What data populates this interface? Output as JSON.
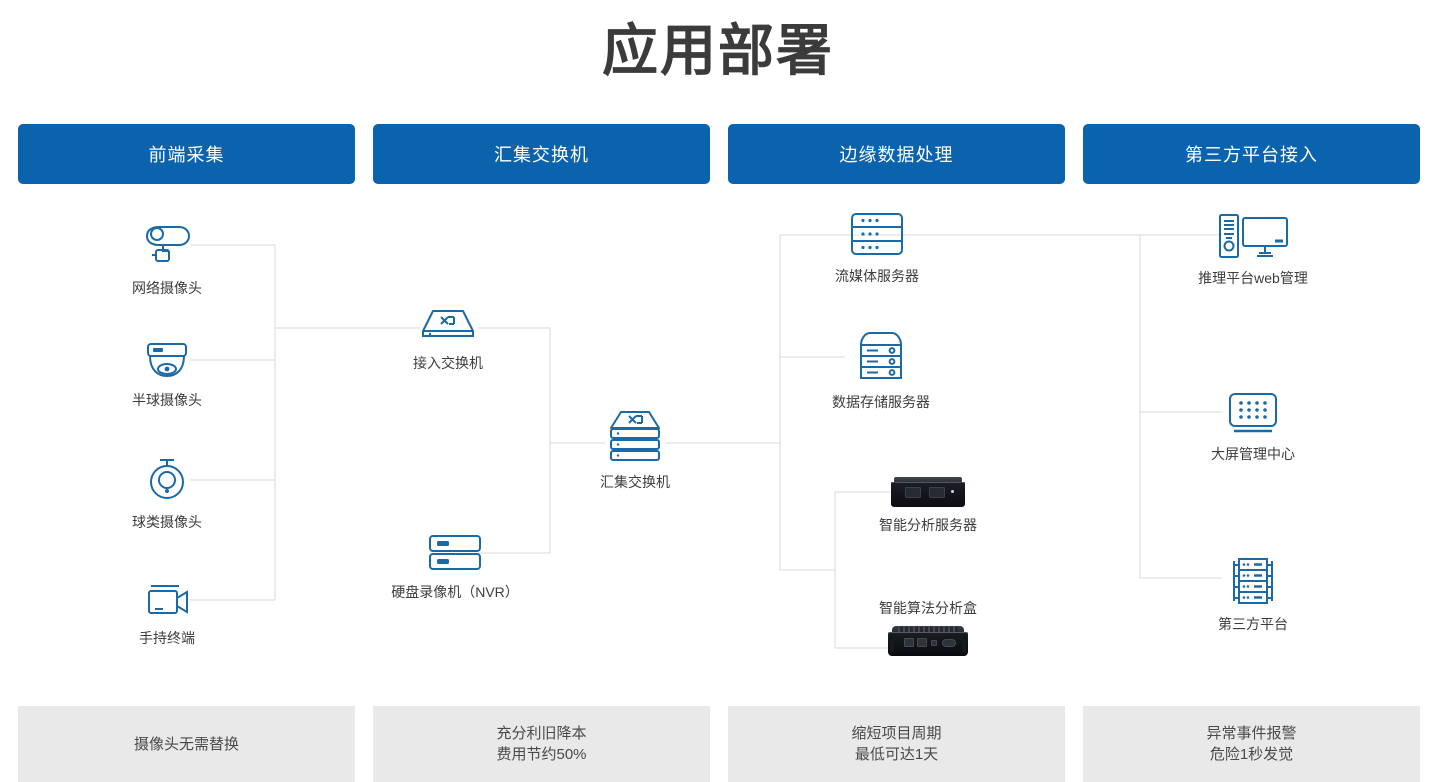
{
  "title": "应用部署",
  "theme": {
    "header_blue": "#0b63ad",
    "icon_blue": "#1b6aa8",
    "line_gray": "#d8d8d8",
    "footer_gray": "#e9e9e9",
    "text_dark": "#3b3b3b"
  },
  "columns": [
    {
      "header": "前端采集",
      "footer": [
        "摄像头无需替换"
      ]
    },
    {
      "header": "汇集交换机",
      "footer": [
        "充分利旧降本",
        "费用节约50%"
      ]
    },
    {
      "header": "边缘数据处理",
      "footer": [
        "缩短项目周期",
        "最低可达1天"
      ]
    },
    {
      "header": "第三方平台接入",
      "footer": [
        "异常事件报警",
        "危险1秒发觉"
      ]
    }
  ],
  "nodes": {
    "network_camera": {
      "label": "网络摄像头",
      "icon": "bullet-camera-icon"
    },
    "dome_camera": {
      "label": "半球摄像头",
      "icon": "dome-camera-icon"
    },
    "ptz_camera": {
      "label": "球类摄像头",
      "icon": "ptz-camera-icon"
    },
    "handheld": {
      "label": "手持终端",
      "icon": "handheld-camcorder-icon"
    },
    "access_switch": {
      "label": "接入交换机",
      "icon": "switch-icon"
    },
    "nvr": {
      "label": "硬盘录像机（NVR）",
      "icon": "nvr-icon"
    },
    "agg_switch": {
      "label": "汇集交换机",
      "icon": "stacked-switch-icon"
    },
    "stream_server": {
      "label": "流媒体服务器",
      "icon": "rack-server-icon"
    },
    "storage_server": {
      "label": "数据存储服务器",
      "icon": "storage-server-icon"
    },
    "analysis_server": {
      "label": "智能分析服务器",
      "icon": "rackmount-photo"
    },
    "algo_box": {
      "label": "智能算法分析盒",
      "icon": "edge-box-photo"
    },
    "web_platform": {
      "label": "推理平台web管理",
      "icon": "desktop-tower-icon"
    },
    "video_wall": {
      "label": "大屏管理中心",
      "icon": "video-wall-icon"
    },
    "third_party": {
      "label": "第三方平台",
      "icon": "server-cluster-icon"
    }
  }
}
